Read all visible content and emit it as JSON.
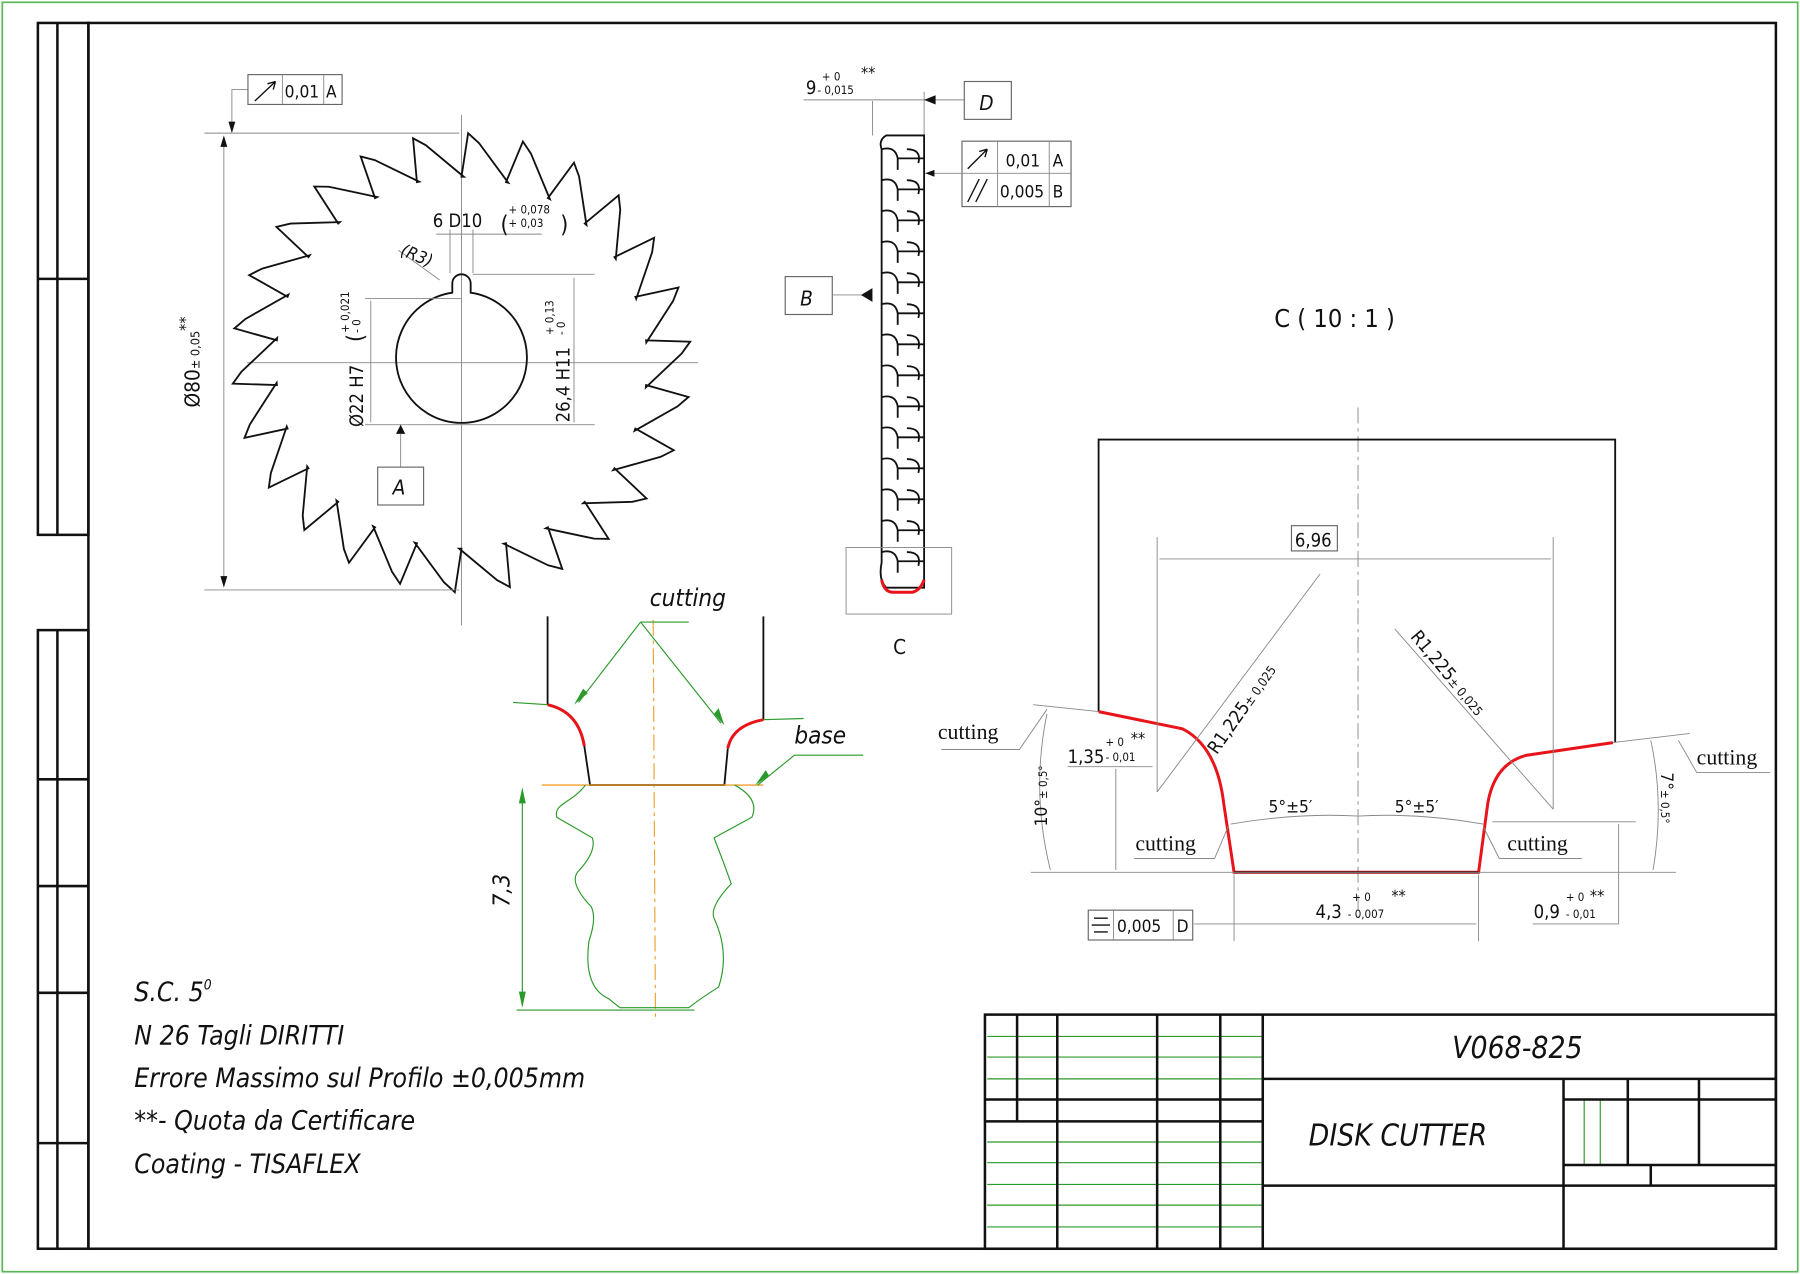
{
  "colors": {
    "border": "#5cb85c",
    "profile_red": "#e8141a",
    "construction_green": "#2a9a2a",
    "centerline_orange": "#f0a030"
  },
  "front_view": {
    "runout_tolerance": {
      "symbol": "runout-arrow",
      "value": "0,01",
      "datum": "A"
    },
    "outer_diameter": {
      "main": "Ø80",
      "tol": "± 0,05",
      "mark": "**"
    },
    "keyway_width": {
      "main": "6 D10",
      "upper": "+ 0,078",
      "lower": "+ 0,03"
    },
    "keyway_radius": "(R3)",
    "bore": {
      "main": "Ø22 H7",
      "upper": "+ 0,021",
      "lower": "- 0"
    },
    "keyway_depth": {
      "main": "26,4 H11",
      "upper": "+ 0,13",
      "lower": "- 0"
    },
    "datum_a": "A"
  },
  "side_view": {
    "thickness": {
      "main": "9",
      "upper": "+ 0",
      "lower": "- 0,015",
      "mark": "**"
    },
    "datum_d": "D",
    "datum_b": "B",
    "tol_rows": [
      {
        "symbol": "runout-arrow",
        "value": "0,01",
        "datum": "A"
      },
      {
        "symbol": "parallelism",
        "value": "0,005",
        "datum": "B"
      }
    ],
    "detail_label": "C"
  },
  "profile_sketch": {
    "cutting_label": "cutting",
    "base_label": "base",
    "height": "7,3"
  },
  "notes": [
    "S.C. 5",
    "N 26 Tagli DIRITTI",
    "Errore Massimo sul Profilo ±0,005mm",
    "**- Quota da Certificare",
    "Coating - TISAFLEX"
  ],
  "notes_superscript": "0",
  "detail_view": {
    "title": "C ( 10 : 1 )",
    "width_top": "6,96",
    "radius_left": {
      "main": "R1,225",
      "tol": "± 0,025"
    },
    "radius_right": {
      "main": "R1,225",
      "tol": "± 0,025"
    },
    "height_left": {
      "main": "1,35",
      "upper": "+ 0",
      "lower": "- 0,01",
      "mark": "**"
    },
    "angle_left": {
      "main": "10°",
      "tol": "± 0,5°"
    },
    "angle_right": {
      "main": "7°",
      "tol": "± 0,5°"
    },
    "flank_left": "5°±5′",
    "flank_right": "5°±5′",
    "bottom_width": {
      "main": "4,3",
      "upper": "+ 0",
      "lower": "- 0,007",
      "mark": "**"
    },
    "height_right": {
      "main": "0,9",
      "upper": "+ 0",
      "lower": "- 0,01",
      "mark": "**"
    },
    "symmetry": {
      "symbol": "symmetry",
      "value": "0,005",
      "datum": "D"
    },
    "cutting_labels": [
      "cutting",
      "cutting",
      "cutting",
      "cutting"
    ]
  },
  "title_block": {
    "drawing_number": "V068-825",
    "title": "DISK CUTTER"
  }
}
